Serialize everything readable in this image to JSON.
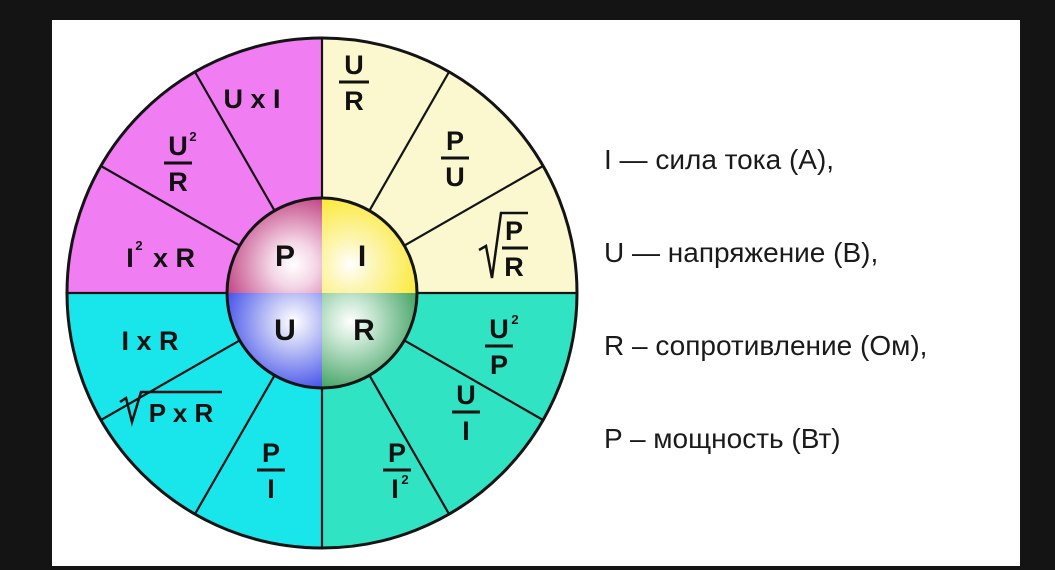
{
  "colors": {
    "power": "#f07ef2",
    "current": "#fbf8cf",
    "voltage": "#18e6ea",
    "resistance": "#30e3c3",
    "hub_P": "#ad0d5f",
    "hub_I": "#fbe407",
    "hub_U": "#1325e6",
    "hub_R": "#128a3c",
    "stroke": "#141414"
  },
  "hub": [
    "P",
    "I",
    "U",
    "R"
  ],
  "formulas": {
    "p_from_ui": "U x I",
    "p_from_u2r": "U²/R",
    "p_from_i2r": "I²x R",
    "i_from_ur": "U/R",
    "i_from_pu": "P/U",
    "i_from_sqrt_pr": "√(P/R)",
    "r_from_u2p": "U²/P",
    "r_from_ui": "U/I",
    "r_from_pi2": "P/I²",
    "u_from_pi": "P/I",
    "u_from_sqrt_pr": "√P x R",
    "u_from_ir": "I x R"
  },
  "legend": [
    "I — сила тока (А),",
    "U — напряжение (В),",
    "R – сопротивление (Ом),",
    "P – мощность (Вт)"
  ]
}
